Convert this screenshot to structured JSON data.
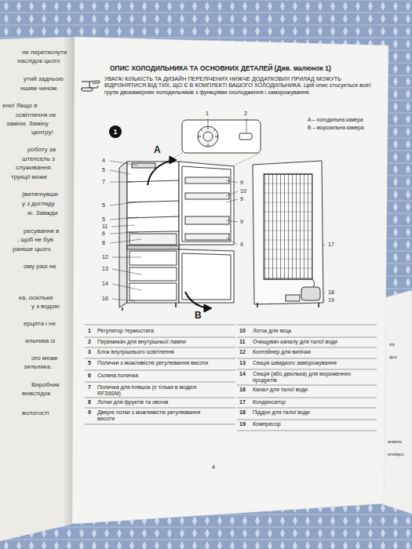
{
  "diagram": {
    "title": "ОПИС ХОЛОДИЛЬНИКА ТА ОСНОВНИХ ДЕТАЛЕЙ (Див. малюнок 1)",
    "nodes": [
      {
        "text": [
          "1"
        ]
      }
    ],
    "labels": [
      "не перетиснути",
      "наслідок цього",
      "утий задньою",
      "ншим чином.",
      "ено! Якщо в",
      "освітлення не",
      "заміни. Заміну",
      "центру!",
      "роботу за",
      "штепсель з",
      "служивання.",
      "трукції може",
      "(витягнувши",
      "у з догляду",
      "ю. Завжди",
      "ресування в",
      ", щоб не був",
      "раніше цього",
      "ому разі не",
      "ка, оскільки",
      "у з водою",
      "ерцята і не",
      "ильника із",
      "ого може",
      "зильника.",
      "Виробник",
      "внаслідок",
      "вологості",
      "УВАГА! КІЛЬКІСТЬ ТА ДИЗАЙН ПЕРЕЛІЧЕНИХ НИЖЧЕ ДОДАТКОВИХ ПРИЛАД МОЖУТЬ ВІДРІЗНЯТИСЯ ВІД ТИХ, ЩО Є В КОМПЛЕКТІ ВАШОГО ХОЛОДИЛЬНИКА. Цей опис стосується всієї групи двокамерних холодильників з функціями охолодження і заморожування.",
      "A – холодильна камера",
      "B – морозильна камера",
      "1",
      "2",
      "4",
      "5",
      "7",
      "5",
      "5",
      "11",
      "6",
      "8",
      "12",
      "13",
      "14",
      "16",
      "9",
      "10",
      "9",
      "9",
      "9",
      "17",
      "18",
      "19",
      "A",
      "B",
      "1",
      "Регулятор термостата",
      "2",
      "Перемикач для внутрішньої лампи",
      "3",
      "Блок внутрішнього освітлення",
      "5",
      "Полички з можливістю регулювання висоти",
      "6",
      "Скляна поличка",
      "7",
      "Поличка для пляшок (є тільки в моделі RF39SM)",
      "8",
      "Лотки для фруктів та овочів",
      "9",
      "Дверні лотки з можливістю регулювання висоти",
      "10",
      "Лоток для яєць",
      "11",
      "Очищувач каналу для талої води",
      "12",
      "Контейнер для випічки",
      "13",
      "Секція швидкого заморожування",
      "14",
      "Секція (або декілька) для мороженних продуктів",
      "16",
      "Канал для талої води",
      "17",
      "Конденсатор",
      "18",
      "Піддон для талої води",
      "19",
      "Компресор",
      "4",
      "sts",
      "ajcu",
      "araksts",
      "predajcu"
    ]
  }
}
